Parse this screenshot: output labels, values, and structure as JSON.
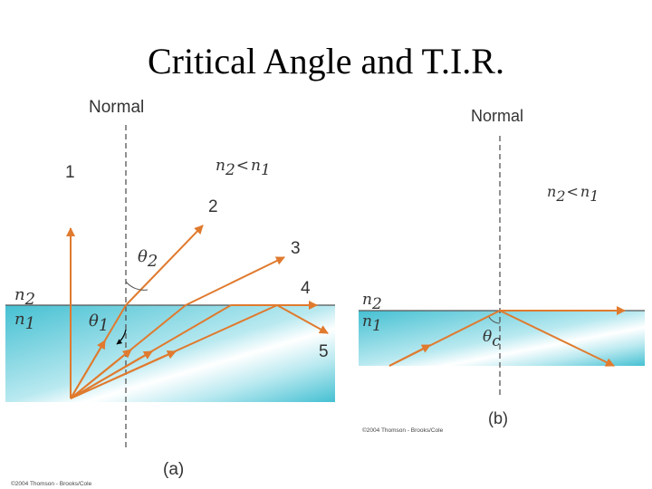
{
  "title": "Critical Angle and T.I.R.",
  "colors": {
    "ray": "#e07a2e",
    "water_dark": "#45c0d2",
    "water_light": "#ffffff",
    "line": "#555555"
  },
  "panel_a": {
    "normal_label": "Normal",
    "relation": {
      "n_a": "n",
      "sub_a": "2",
      "op": "<",
      "n_b": "n",
      "sub_b": "1"
    },
    "medium_top": {
      "n": "n",
      "sub": "2"
    },
    "medium_bottom": {
      "n": "n",
      "sub": "1"
    },
    "theta1": {
      "sym": "θ",
      "sub": "1"
    },
    "theta2": {
      "sym": "θ",
      "sub": "2"
    },
    "ray_labels": [
      "1",
      "2",
      "3",
      "4",
      "5"
    ],
    "caption": "(a)",
    "copyright": "©2004 Thomson - Brooks/Cole"
  },
  "panel_b": {
    "normal_label": "Normal",
    "relation": {
      "n_a": "n",
      "sub_a": "2",
      "op": "<",
      "n_b": "n",
      "sub_b": "1"
    },
    "medium_top": {
      "n": "n",
      "sub": "2"
    },
    "medium_bottom": {
      "n": "n",
      "sub": "1"
    },
    "theta_c": {
      "sym": "θ",
      "sub": "c"
    },
    "caption": "(b)",
    "copyright": "©2004 Thomson - Brooks/Cole"
  }
}
